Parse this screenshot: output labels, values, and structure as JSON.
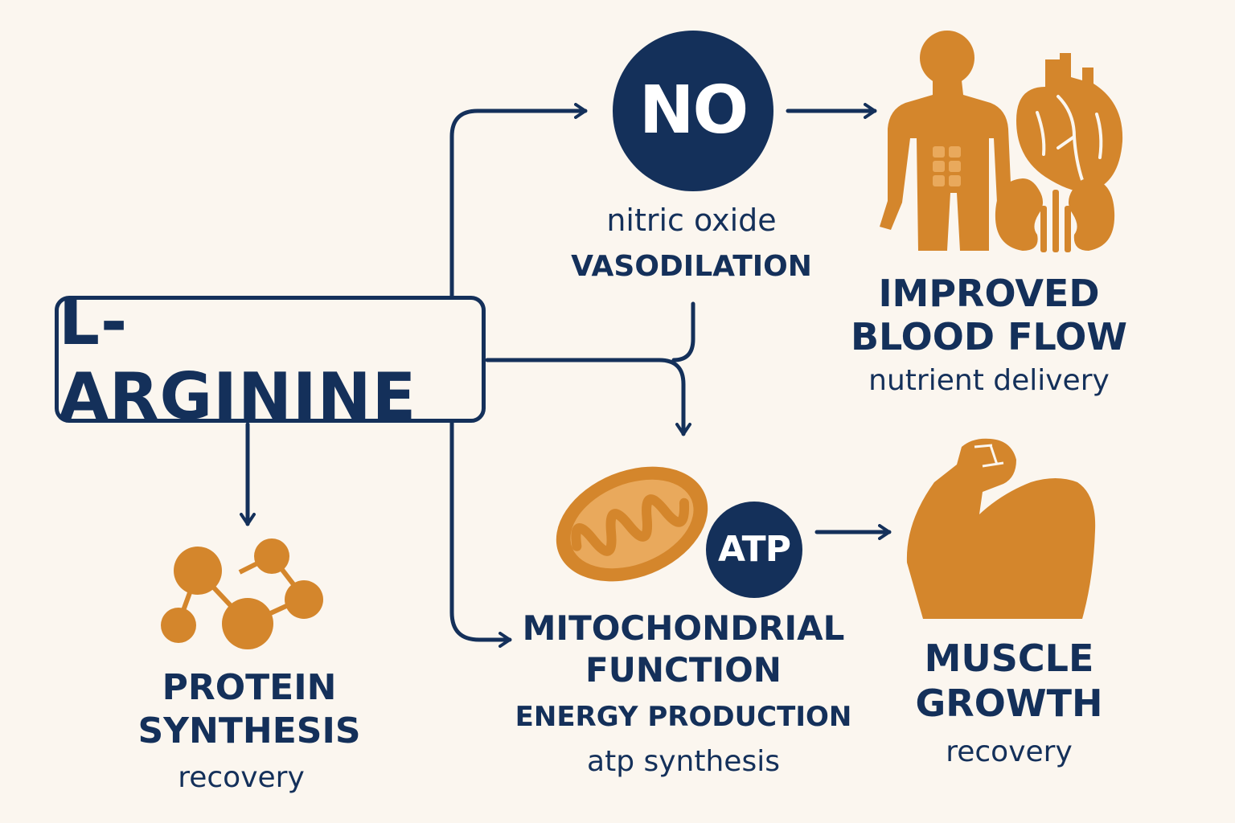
{
  "source": {
    "label": "L-ARGININE"
  },
  "nitric_oxide": {
    "symbol": "NO",
    "line1": "nitric oxide",
    "line2": "VASODILATION"
  },
  "blood_flow": {
    "title_line1": "IMPROVED",
    "title_line2": "BLOOD FLOW",
    "subtitle": "nutrient delivery"
  },
  "protein": {
    "title_line1": "PROTEIN",
    "title_line2": "SYNTHESIS",
    "subtitle": "recovery"
  },
  "mitochondria": {
    "badge": "ATP",
    "title_line1": "MITOCHONDRIAL",
    "title_line2": "FUNCTION",
    "line3": "ENERGY PRODUCTION",
    "line4": "atp synthesis"
  },
  "muscle": {
    "title_line1": "MUSCLE",
    "title_line2": "GROWTH",
    "subtitle": "recovery"
  },
  "colors": {
    "navy": "#14305a",
    "orange": "#d4862c",
    "background": "#fbf6ef"
  },
  "icons": [
    "human-body-icon",
    "heart-icon",
    "kidneys-icon",
    "molecule-icon",
    "mitochondrion-icon",
    "flexed-arm-icon"
  ]
}
